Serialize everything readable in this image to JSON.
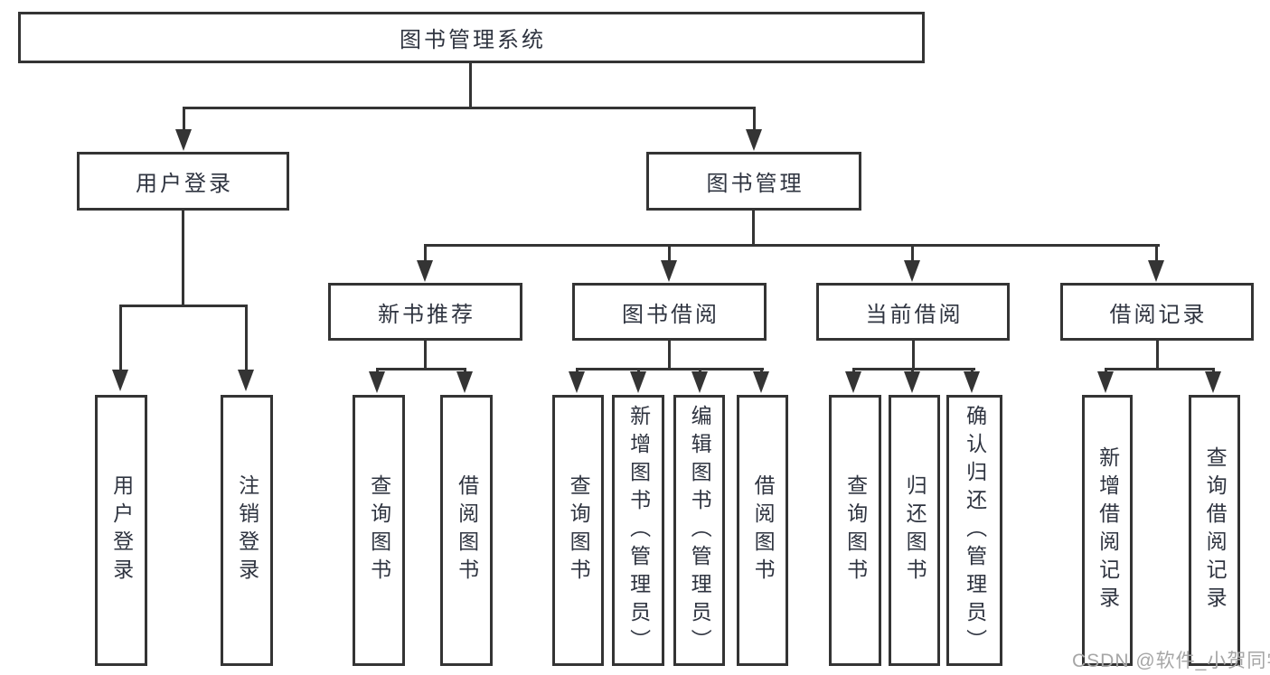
{
  "diagram": {
    "root": {
      "label": "图书管理系统"
    },
    "level2": [
      {
        "label": "用户登录"
      },
      {
        "label": "图书管理"
      }
    ],
    "level3": [
      {
        "label": "新书推荐"
      },
      {
        "label": "图书借阅"
      },
      {
        "label": "当前借阅"
      },
      {
        "label": "借阅记录"
      }
    ],
    "leaves": {
      "user_login": [
        {
          "label": "用户登录"
        },
        {
          "label": "注销登录"
        }
      ],
      "new_book": [
        {
          "label": "查询图书"
        },
        {
          "label": "借阅图书"
        }
      ],
      "book_borrow": [
        {
          "label": "查询图书"
        },
        {
          "label": "新增图书（管理员）"
        },
        {
          "label": "编辑图书（管理员）"
        },
        {
          "label": "借阅图书"
        }
      ],
      "current_borrow": [
        {
          "label": "查询图书"
        },
        {
          "label": "归还图书"
        },
        {
          "label": "确认归还（管理员）"
        }
      ],
      "borrow_record": [
        {
          "label": "新增借阅记录"
        },
        {
          "label": "查询借阅记录"
        }
      ]
    },
    "watermark": "CSDN @软件_小贺同学",
    "colors": {
      "line": "#343434",
      "box_fill": "#ffffff",
      "text": "#2f3440",
      "watermark": "#a6a6a6",
      "background": "#ffffff"
    }
  }
}
